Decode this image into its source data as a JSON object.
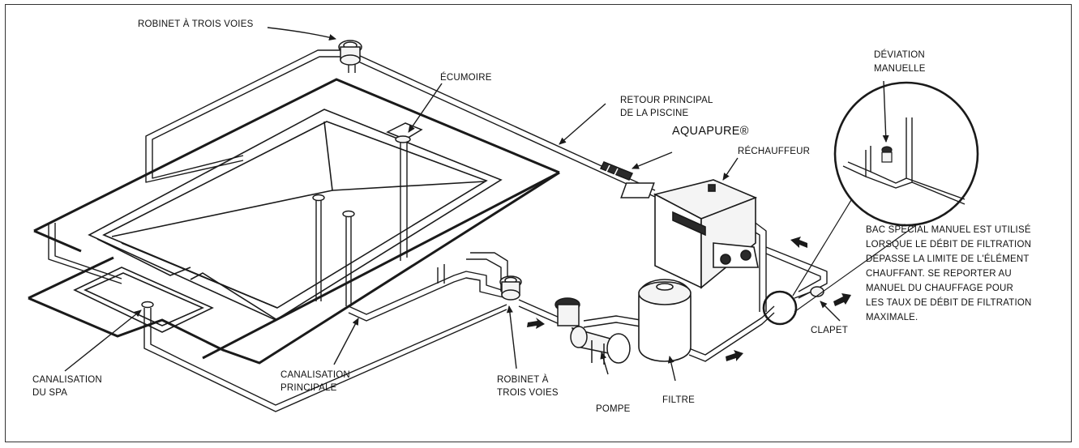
{
  "labels": {
    "valve_top": [
      "ROBINET À TROIS VOIES"
    ],
    "skimmer": [
      "ÉCUMOIRE"
    ],
    "main_return": [
      "RETOUR PRINCIPAL",
      "DE LA PISCINE"
    ],
    "aquapure": [
      "AQUAPURE®"
    ],
    "heater": [
      "RÉCHAUFFEUR"
    ],
    "manual_bypass": [
      "DÉVIATION",
      "MANUELLE"
    ],
    "note": [
      "BAC SPÉCIAL MANUEL EST UTILISÉ",
      "LORSQUE LE DÉBIT DE FILTRATION",
      "DÉPASSE LA LIMITE DE L'ÉLÉMENT",
      "CHAUFFANT. SE REPORTER AU",
      "MANUEL DU CHAUFFAGE POUR",
      "LES TAUX DE DÉBIT DE FILTRATION",
      "MAXIMALE."
    ],
    "check_valve": [
      "CLAPET"
    ],
    "spa_drain": [
      "CANALISATION",
      "DU SPA"
    ],
    "main_drain": [
      "CANALISATION",
      "PRINCIPALE"
    ],
    "valve_bottom": [
      "ROBINET À",
      "TROIS VOIES"
    ],
    "pump": [
      "POMPE"
    ],
    "filter": [
      "FILTRE"
    ]
  },
  "colors": {
    "line": "#1a1a1a",
    "background": "#ffffff",
    "light_fill": "#f4f4f4",
    "dark_fill": "#2a2a2a"
  }
}
